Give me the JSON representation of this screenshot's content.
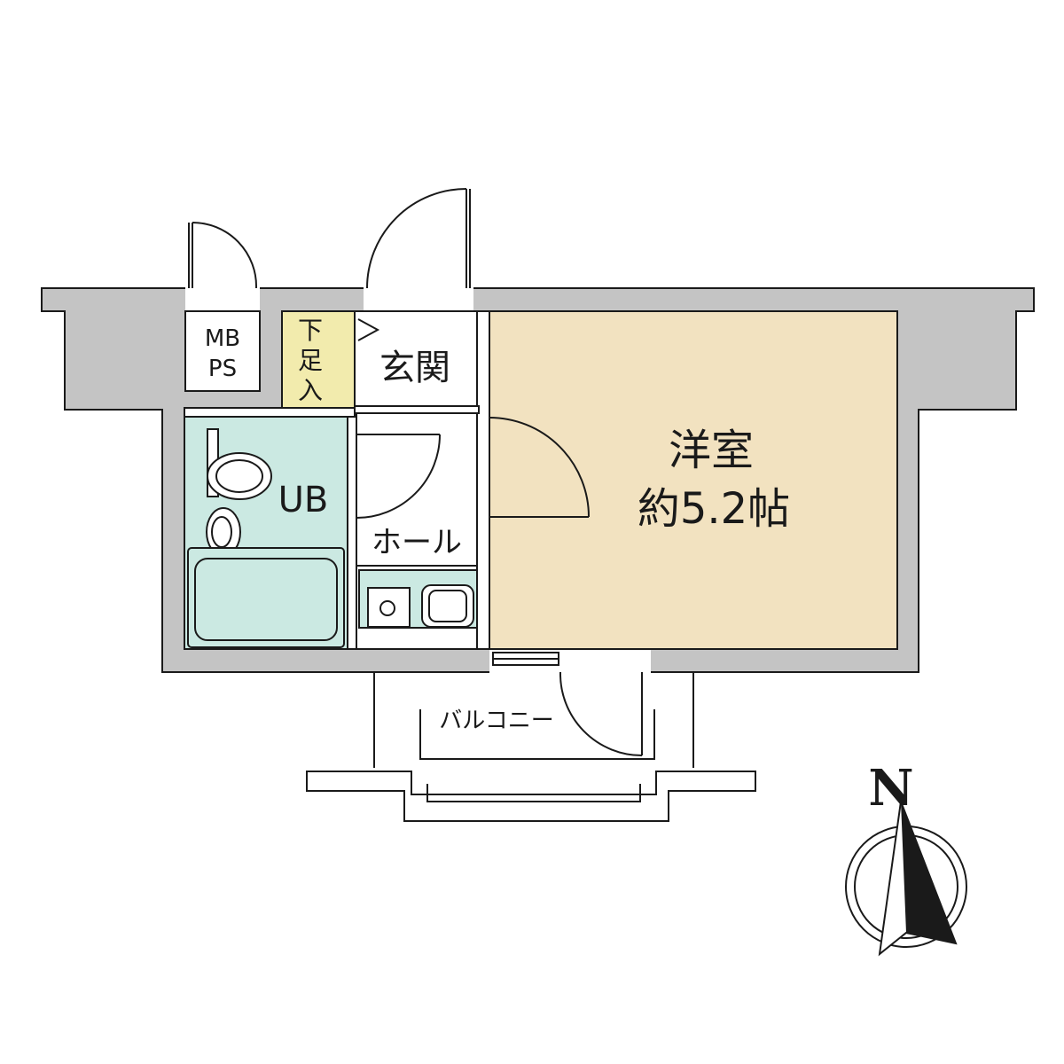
{
  "rooms": {
    "western_room": {
      "name": "洋室",
      "size": "約5.2帖"
    },
    "entrance": "玄関",
    "shoe_box": "下足入",
    "meter_box": {
      "line1": "MB",
      "line2": "PS"
    },
    "unit_bath": "UB",
    "hall": "ホール",
    "balcony": "バルコニー"
  },
  "compass": {
    "label": "N"
  },
  "colors": {
    "wall": "#c4c4c4",
    "western_room": "#f2e2c0",
    "unit_bath": "#cbe9e2",
    "kitchen": "#cbe9e2",
    "shoe_box": "#f2ebad",
    "line": "#1a1a1a"
  }
}
